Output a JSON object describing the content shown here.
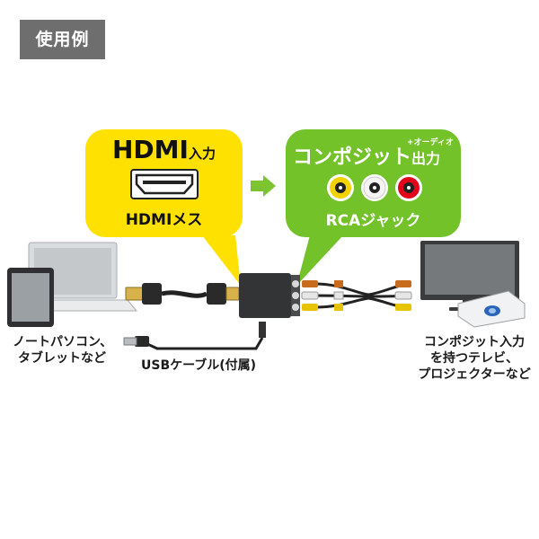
{
  "tag": {
    "label": "使用例"
  },
  "input_bubble": {
    "title_main": "HDMI",
    "title_sub": "入力",
    "port_label": "HDMIメス",
    "color": "#ffe100"
  },
  "arrow": {
    "color": "#7dc431"
  },
  "output_bubble": {
    "title_main": "コンポジット",
    "title_sub": "出力",
    "title_note": "+オーディオ",
    "port_label": "RCAジャック",
    "color": "#73c22a",
    "jacks": [
      "yellow",
      "white",
      "red"
    ]
  },
  "source_device": {
    "line1": "ノートパソコン、",
    "line2": "タブレットなど"
  },
  "cable_label": "USBケーブル(付属)",
  "target_device": {
    "line1": "コンポジット入力",
    "line2": "を持つテレビ、",
    "line3": "プロジェクターなど"
  }
}
